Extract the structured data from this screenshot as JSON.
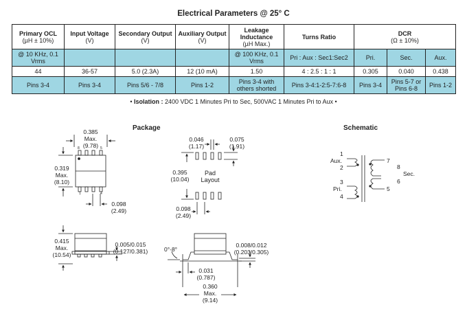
{
  "title": "Electrical Parameters @ 25° C",
  "table": {
    "headers": [
      {
        "name": "Primary OCL",
        "unit": "(µH ± 10%)"
      },
      {
        "name": "Input Voltage",
        "unit": "(V)"
      },
      {
        "name": "Secondary Output",
        "unit": "(V)"
      },
      {
        "name": "Auxiliary Output",
        "unit": "(V)"
      },
      {
        "name": "Leakage Inductance",
        "unit": "(µH Max.)"
      },
      {
        "name": "Turns Ratio",
        "unit": ""
      },
      {
        "name": "DCR",
        "unit": "(Ω ± 10%)"
      }
    ],
    "row_conditions": [
      "@ 10 KHz, 0.1 Vrms",
      "",
      "",
      "",
      "@ 100 KHz, 0.1 Vrms",
      "Pri : Aux : Sec1:Sec2",
      "Pri.",
      "Sec.",
      "Aux."
    ],
    "row_values": [
      "44",
      "36-57",
      "5.0  (2.3A)",
      "12 (10 mA)",
      "1.50",
      "4 : 2.5 : 1 : 1",
      "0.305",
      "0.040",
      "0.438"
    ],
    "row_pins": [
      "Pins 3-4",
      "Pins 3-4",
      "Pins 5/6 - 7/8",
      "Pins 1-2",
      "Pins 3-4 with others shorted",
      "Pins 3-4:1-2:5-7:6-8",
      "Pins 3-4",
      "Pins 5-7 or Pins 6-8",
      "Pins 1-2"
    ]
  },
  "isolation": {
    "label": "Isolation :",
    "text": "2400 VDC  1 Minutes Pri to Sec, 500VAC 1 Minutes Pri to Aux"
  },
  "package": {
    "title": "Package",
    "top_width": "0.385",
    "top_width_max": "Max.",
    "top_width_mm": "(9.78)",
    "top_height": "0.319",
    "top_height_max": "Max.",
    "top_height_mm": "(8.10)",
    "pitch": "0.098",
    "pitch_mm": "(2.49)",
    "pin_labels_top": [
      "8",
      "5"
    ],
    "pin_labels_bottom": [
      "1",
      "4"
    ],
    "pad_title_1": "Pad",
    "pad_title_2": "Layout",
    "pad_w": "0.046",
    "pad_w_mm": "(1.17)",
    "pad_l": "0.075",
    "pad_l_mm": "(1.91)",
    "pad_span": "0.395",
    "pad_span_mm": "(10.04)",
    "pad_pitch": "0.098",
    "pad_pitch_mm": "(2.49)",
    "side_len": "0.415",
    "side_len_max": "Max.",
    "side_len_mm": "(10.54)",
    "lead_thk": "0.005/0.015",
    "lead_thk_mm": "(0.127/0.381)",
    "angle": "0°-8°",
    "lead_t2": "0.008/0.012",
    "lead_t2_mm": "(0.203/0.305)",
    "lead_len": "0.031",
    "lead_len_mm": "(0.787)",
    "body_h": "0.360",
    "body_h_max": "Max.",
    "body_h_mm": "(9.14)"
  },
  "schematic": {
    "title": "Schematic",
    "pins": [
      "1",
      "2",
      "3",
      "4",
      "5",
      "6",
      "7",
      "8"
    ],
    "aux_label": "Aux.",
    "pri_label": "Pri.",
    "sec_label": "Sec."
  }
}
